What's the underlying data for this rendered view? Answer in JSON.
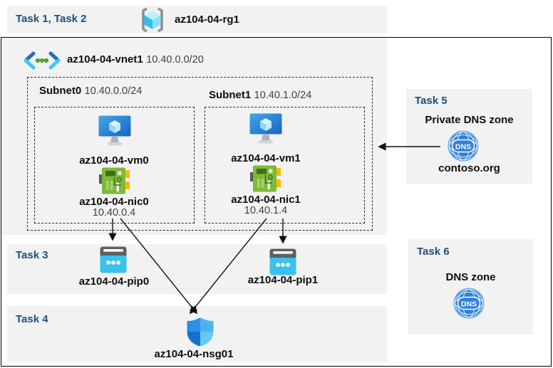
{
  "diagram": {
    "header": {
      "tasks_label": "Task 1, Task 2",
      "resource_group": "az104-04-rg1"
    },
    "vnet": {
      "name": "az104-04-vnet1",
      "cidr": "10.40.0.0/20",
      "subnets": [
        {
          "name": "Subnet0",
          "cidr": "10.40.0.0/24",
          "vm": "az104-04-vm0",
          "nic": "az104-04-nic0",
          "ip": "10.40.0.4"
        },
        {
          "name": "Subnet1",
          "cidr": "10.40.1.0/24",
          "vm": "az104-04-vm1",
          "nic": "az104-04-nic1",
          "ip": "10.40.1.4"
        }
      ]
    },
    "task3": {
      "label": "Task 3",
      "pip0": "az104-04-pip0",
      "pip1": "az104-04-pip1"
    },
    "task4": {
      "label": "Task 4",
      "nsg": "az104-04-nsg01"
    },
    "task5": {
      "label": "Task 5",
      "title": "Private DNS zone",
      "zone_name": "contoso.org",
      "dns_label": "DNS"
    },
    "task6": {
      "label": "Task 6",
      "title": "DNS zone",
      "dns_label": "DNS"
    },
    "colors": {
      "task_label_blue": "#1F4E79",
      "panel_gray": "#F2F2F2",
      "vm_blue": "#1E7FD8",
      "nic_green": "#7CB93A",
      "nic_yellow": "#FFB900",
      "pip_cyan": "#38C2EC",
      "dns_blue": "#2E81DA",
      "shield_blues": [
        "#2B8FE3",
        "#4FB2F0",
        "#1472CE",
        "#66C9F3"
      ]
    }
  }
}
